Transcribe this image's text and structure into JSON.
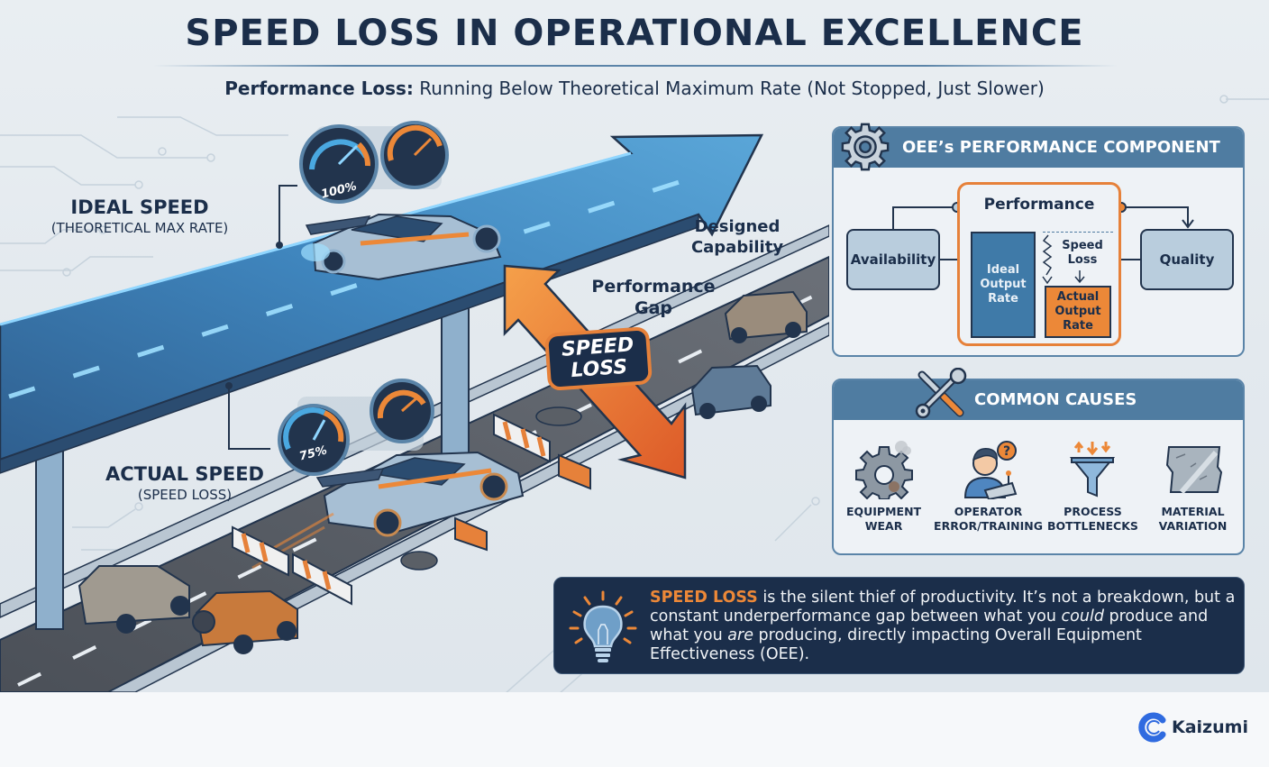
{
  "header": {
    "title": "SPEED LOSS IN OPERATIONAL EXCELLENCE",
    "subtitle_bold": "Performance Loss:",
    "subtitle_rest": " Running Below Theoretical Maximum Rate (Not Stopped, Just Slower)"
  },
  "scene": {
    "ideal": {
      "title": "IDEAL SPEED",
      "subtitle": "(THEORETICAL MAX RATE)",
      "gauge_value": "100%"
    },
    "actual": {
      "title": "ACTUAL SPEED",
      "subtitle": "(SPEED LOSS)",
      "gauge_value": "75%"
    },
    "designed_capability": "Designed Capability",
    "performance_gap": "Performance Gap",
    "badge": "SPEED LOSS"
  },
  "oee_panel": {
    "title": "OEE’s PERFORMANCE COMPONENT",
    "availability": "Availability",
    "performance": "Performance",
    "quality": "Quality",
    "ideal_output": "Ideal Output Rate",
    "speed_loss": "Speed Loss",
    "actual_output": "Actual Output Rate"
  },
  "causes_panel": {
    "title": "COMMON CAUSES",
    "items": [
      {
        "icon": "worn-gear-icon",
        "line1": "EQUIPMENT",
        "line2": "WEAR"
      },
      {
        "icon": "operator-icon",
        "line1": "OPERATOR",
        "line2": "ERROR/TRAINING"
      },
      {
        "icon": "funnel-icon",
        "line1": "PROCESS",
        "line2": "BOTTLENECKS"
      },
      {
        "icon": "material-sheet-icon",
        "line1": "MATERIAL",
        "line2": "VARIATION"
      }
    ]
  },
  "callout": {
    "highlight": "SPEED LOSS",
    "part1": " is the silent thief of productivity. It’s not a breakdown, but a constant underperformance gap between what you ",
    "em1": "could",
    "part2": " produce and what you ",
    "em2": "are",
    "part3": " producing, directly impacting Overall Equipment Effectiveness (OEE)."
  },
  "brand": {
    "name": "Kaizumi"
  },
  "colors": {
    "navy": "#1b2e4a",
    "steel_blue": "#4f7ca1",
    "orange": "#ec8838",
    "ideal_road": "#3f7aa8",
    "road_gray": "#5a5f66",
    "logo_blue": "#2f6be0"
  }
}
